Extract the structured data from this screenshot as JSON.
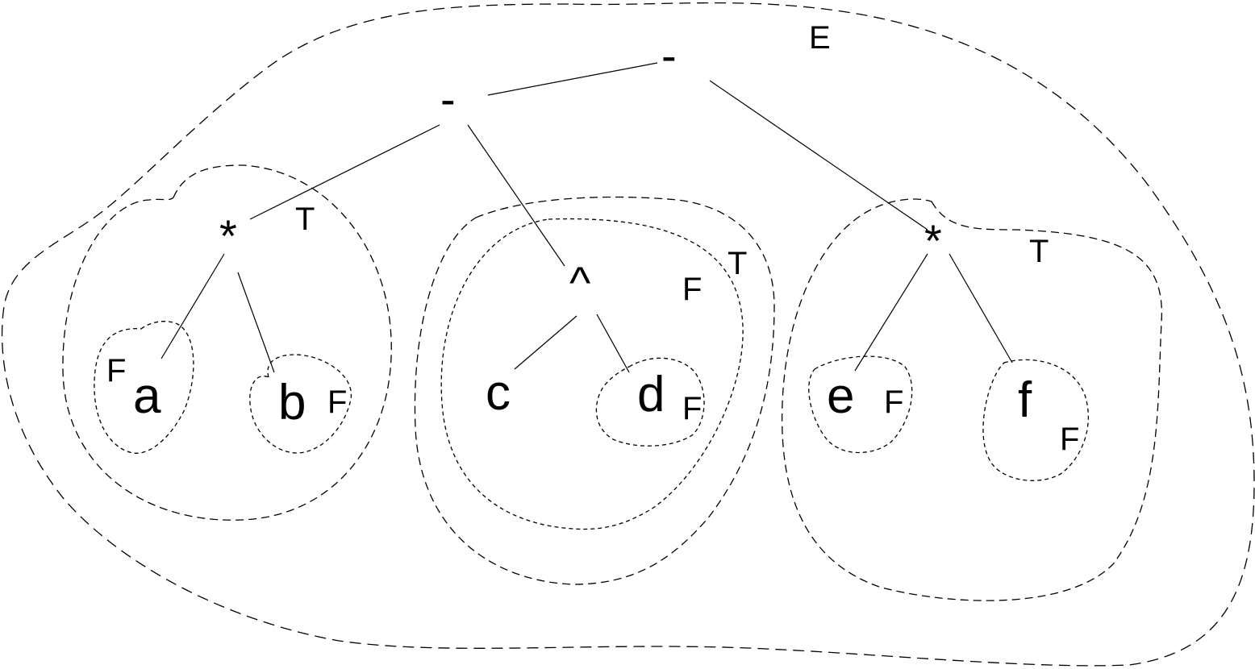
{
  "diagram": {
    "nodes": {
      "root_minus": "-",
      "left_minus": "-",
      "left_star": "*",
      "caret": "^",
      "right_star": "*",
      "a": "a",
      "b": "b",
      "c": "c",
      "d": "d",
      "e": "e",
      "f": "f"
    },
    "region_labels": {
      "E": "E",
      "T_left": "T",
      "T_middle": "T",
      "T_right": "T",
      "F_a": "F",
      "F_b": "F",
      "F_caret": "F",
      "F_d": "F",
      "F_e": "F",
      "F_f": "F"
    }
  }
}
